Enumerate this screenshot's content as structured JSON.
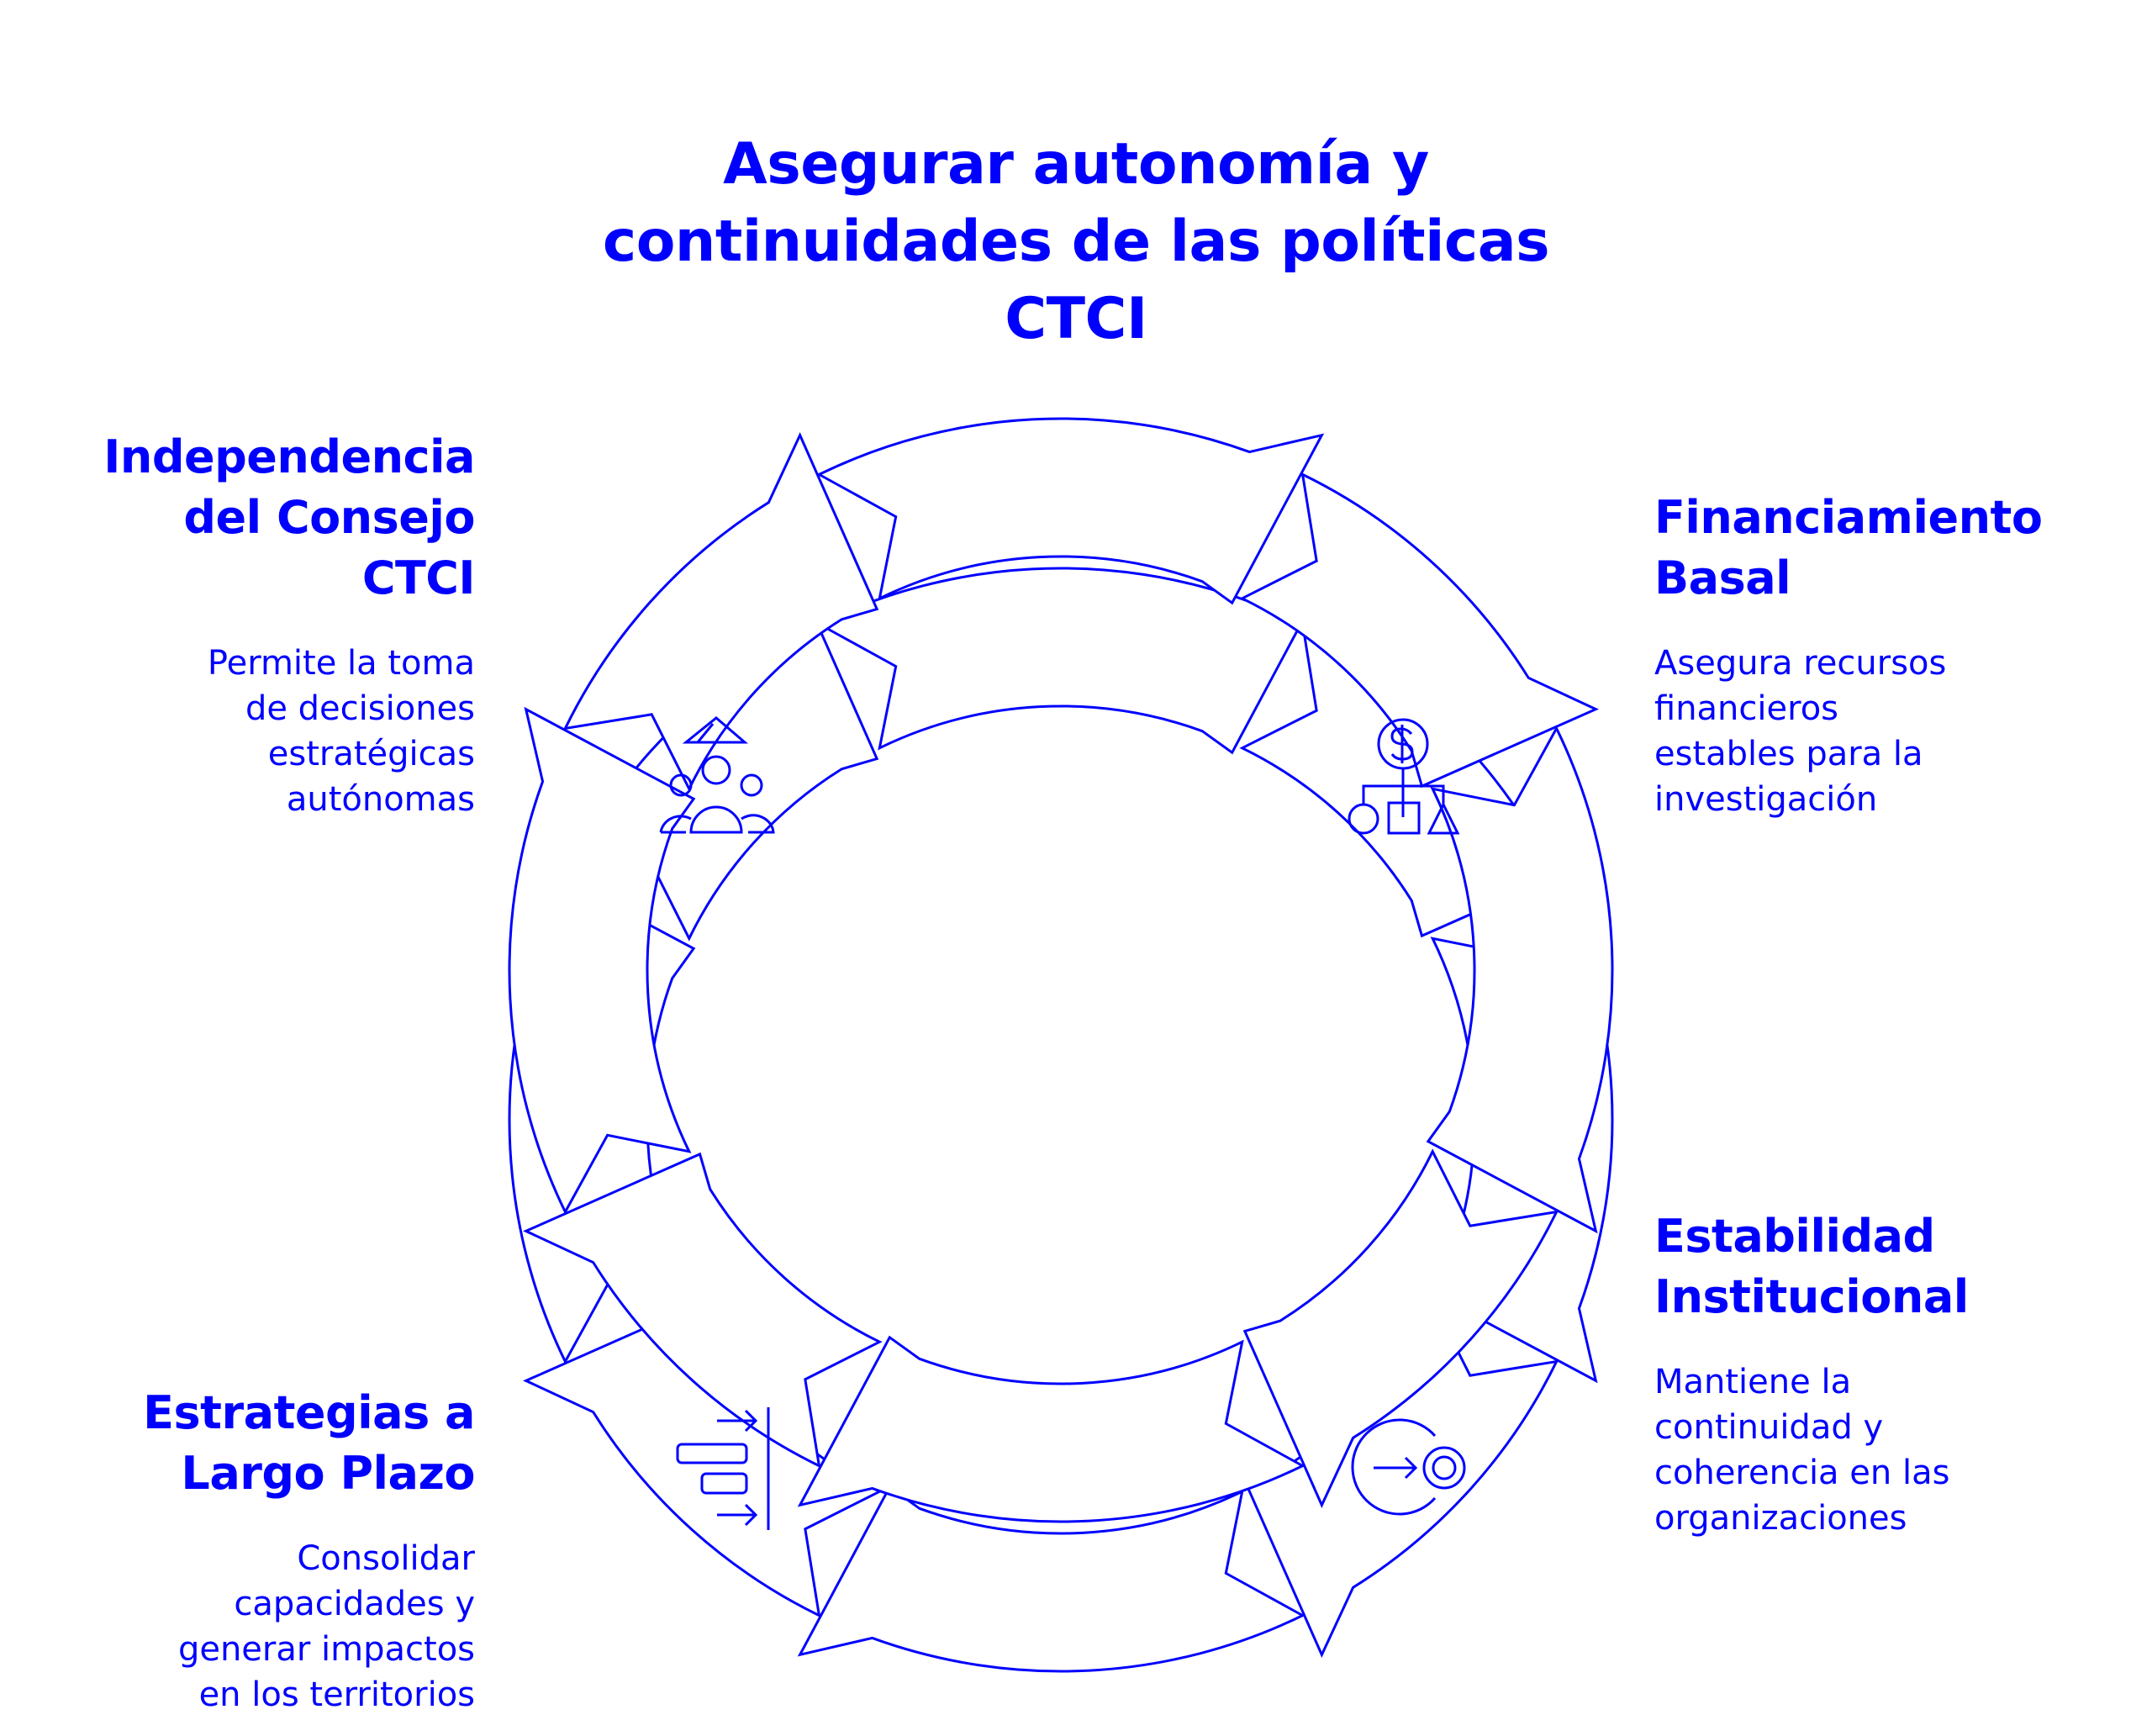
{
  "title": {
    "lines": [
      "Asegurar autonomía y",
      "continuidades de las políticas",
      "CTCI"
    ]
  },
  "theme": {
    "accent": "#0000ff",
    "background": "#ffffff"
  },
  "items": [
    {
      "position": "top-left",
      "heading_lines": [
        "Independencia",
        "del Consejo",
        "CTCI"
      ],
      "description_lines": [
        "Permite la toma",
        "de decisiones",
        "estratégicas",
        "autónomas"
      ],
      "icon": "people-group-icon"
    },
    {
      "position": "top-right",
      "heading_lines": [
        "Financiamiento",
        "Basal"
      ],
      "description_lines": [
        "Asegura recursos",
        "financieros",
        "estables para la",
        "investigación"
      ],
      "icon": "funding-hierarchy-icon"
    },
    {
      "position": "bottom-right",
      "heading_lines": [
        "Estabilidad",
        "Institucional"
      ],
      "description_lines": [
        "Mantiene la",
        "continuidad y",
        "coherencia en las",
        "organizaciones"
      ],
      "icon": "target-arrow-icon"
    },
    {
      "position": "bottom-left",
      "heading_lines": [
        "Estrategias a",
        "Largo Plazo"
      ],
      "description_lines": [
        "Consolidar",
        "capacidades y",
        "generar impactos",
        "en los territorios"
      ],
      "icon": "timeline-plan-icon"
    }
  ],
  "diagram": {
    "type": "cyclic-arrow-ring",
    "direction": "clockwise",
    "layers": 2,
    "segments_per_layer": 8
  }
}
